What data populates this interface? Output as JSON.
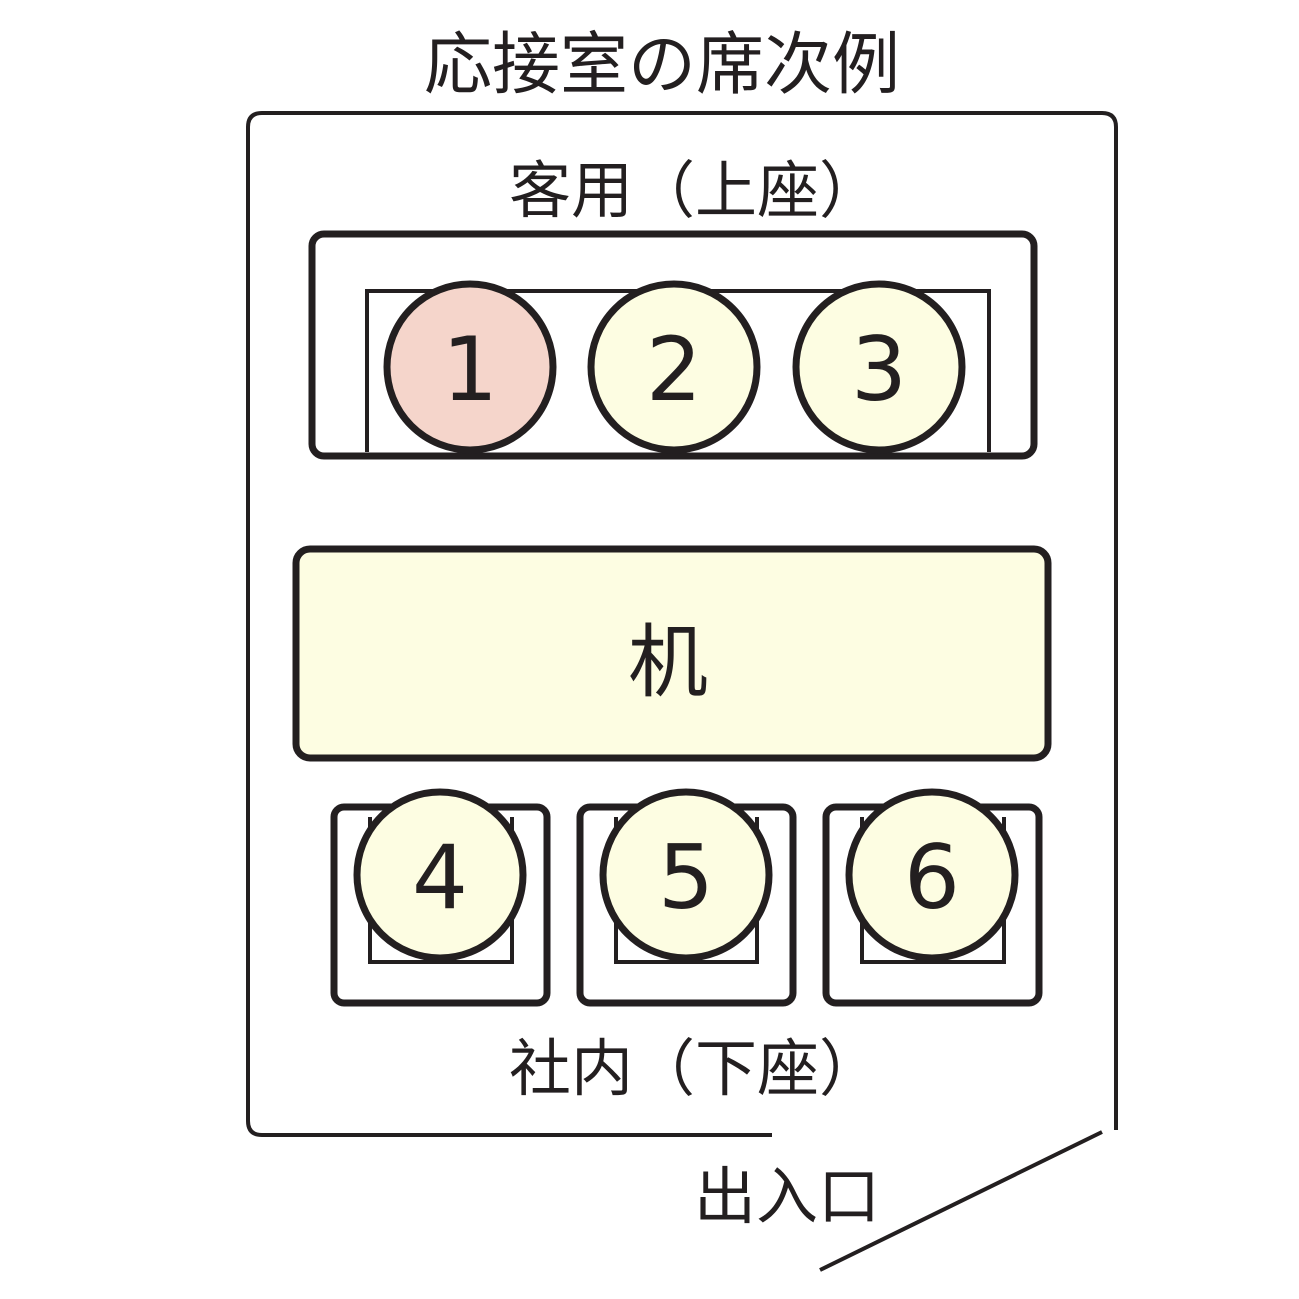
{
  "title": "応接室の席次例",
  "guest_label": "客用（上座）",
  "host_label": "社内（下座）",
  "table_label": "机",
  "entrance_label": "出入口",
  "colors": {
    "ink": "#231f20",
    "top_seat": "#f5d5cb",
    "seat": "#fdfde2",
    "table": "#fdfde2",
    "background": "#ffffff"
  },
  "guest_seats": [
    {
      "number": "1",
      "rank": "top"
    },
    {
      "number": "2",
      "rank": "normal"
    },
    {
      "number": "3",
      "rank": "normal"
    }
  ],
  "host_seats": [
    {
      "number": "4"
    },
    {
      "number": "5"
    },
    {
      "number": "6"
    }
  ]
}
